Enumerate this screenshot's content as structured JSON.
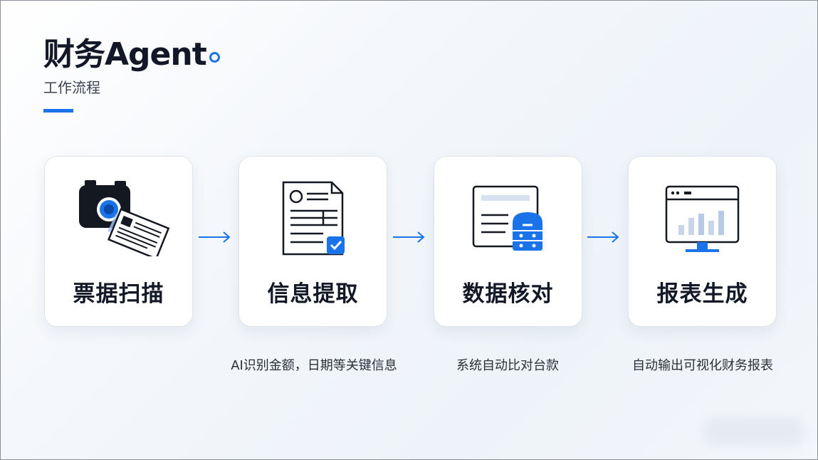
{
  "header": {
    "title": "财务Agent",
    "subtitle": "工作流程"
  },
  "colors": {
    "accent": "#1a73e8",
    "text": "#121826"
  },
  "steps": [
    {
      "label": "票据扫描",
      "icon": "camera-scan-icon"
    },
    {
      "label": "信息提取",
      "icon": "document-check-icon"
    },
    {
      "label": "数据核对",
      "icon": "ledger-database-icon"
    },
    {
      "label": "报表生成",
      "icon": "monitor-chart-icon"
    }
  ],
  "descriptions": [
    "AI识别金额，日期等关键信息",
    "系统自动比对台款",
    "自动输出可视化财务报表"
  ]
}
